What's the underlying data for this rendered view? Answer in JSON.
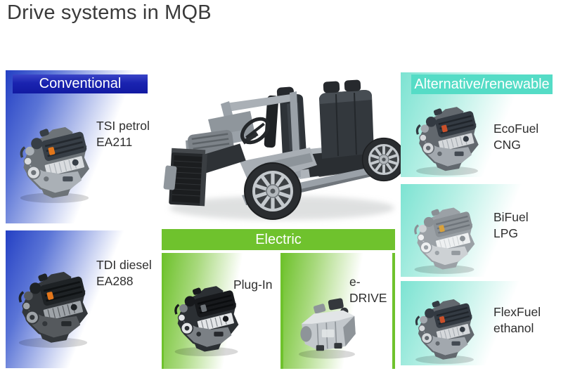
{
  "title": "Drive systems in MQB",
  "colors": {
    "conventional_header": "#1a23b0",
    "conventional_gradient_start": "#2440c4",
    "electric_green": "#6fc22d",
    "alternative_header": "#55dcc6",
    "alternative_gradient_start": "#7ce3d2",
    "header_text": "#ffffff",
    "label_text": "#2e2e2e",
    "title_text": "#3a3a3a"
  },
  "center_image": {
    "icon": "mqb-chassis-image"
  },
  "sections": {
    "conventional": {
      "label": "Conventional",
      "items": [
        {
          "line1": "TSI petrol",
          "line2": "EA211",
          "icon": "petrol-engine-icon"
        },
        {
          "line1": "TDI diesel",
          "line2": "EA288",
          "icon": "diesel-engine-icon"
        }
      ]
    },
    "electric": {
      "label": "Electric",
      "items": [
        {
          "line1": "Plug-In",
          "line2": "",
          "icon": "hybrid-drive-icon"
        },
        {
          "line1": "e-",
          "line2": "DRIVE",
          "icon": "electric-motor-icon"
        }
      ]
    },
    "alternative": {
      "label": "Alternative/renewable",
      "items": [
        {
          "line1": "EcoFuel",
          "line2": "CNG",
          "icon": "cng-engine-icon"
        },
        {
          "line1": "BiFuel",
          "line2": "LPG",
          "icon": "lpg-engine-icon"
        },
        {
          "line1": "FlexFuel",
          "line2": "ethanol",
          "icon": "ethanol-engine-icon"
        }
      ]
    }
  }
}
